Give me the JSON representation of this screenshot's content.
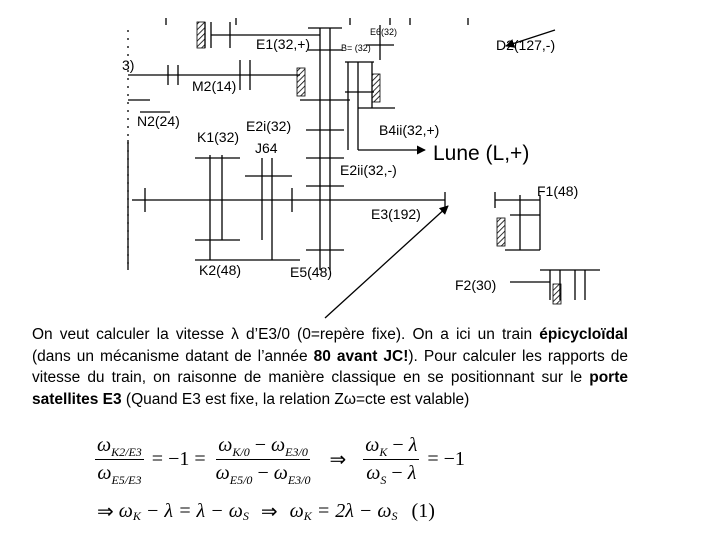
{
  "diagram": {
    "labels": {
      "e6": "E6(32)",
      "e1": "E1(32,+)",
      "b": "B= (32)",
      "d2": "D2(127,-)",
      "cut": "3)",
      "m2": "M2(14)",
      "n2": "N2(24)",
      "e2i": "E2i(32)",
      "b4ii": "B4ii(32,+)",
      "k1": "K1(32)",
      "j64": "J64",
      "lune": "Lune (L,+)",
      "e2ii": "E2ii(32,-)",
      "f1": "F1(48)",
      "e3": "E3(192)",
      "k2": "K2(48)",
      "e5": "E5(48)",
      "f2": "F2(30)"
    }
  },
  "text": {
    "p1": "On veut calculer la vitesse ",
    "lambda": "λ",
    "p2": " d’E3/0 (0=repère fixe). On a ici un train ",
    "b1": "épicycloïdal",
    "p3": " (dans un mécanisme datant de l’année ",
    "b2": "80 avant JC!",
    "p4": "). Pour calculer les rapports de vitesse du train, on raisonne de manière classique en se positionnant sur le ",
    "b3": "porte satellites E3",
    "p5": " (Quand E3 est fixe, la relation Z",
    "omega": "ω",
    "p6": "=cte est valable)"
  },
  "equations": {
    "omega": "ω",
    "lambda": "λ",
    "eq1": {
      "f1_num_sub": "K2/E3",
      "f1_den_sub": "E5/E3",
      "eq": "=",
      "minus_one": "−1",
      "f2_num": "ω",
      "f2_num_sub": "K/0",
      "minus": "−",
      "f2_num2_sub": "E3/0",
      "f2_den_sub": "E5/0",
      "f2_den2_sub": "E3/0",
      "implies": "⇒",
      "f3_num_sub": "K",
      "f3_den_sub": "S",
      "result": "= −1"
    },
    "eq2": {
      "implies": "⇒",
      "part1": "ω",
      "k": "K",
      "mid": " − λ = λ − ω",
      "s": "S",
      "implies2": "⇒",
      "part2": "ω",
      "k2": "K",
      "mid2": " = 2λ − ω",
      "s2": "S",
      "num": "(1)"
    }
  }
}
